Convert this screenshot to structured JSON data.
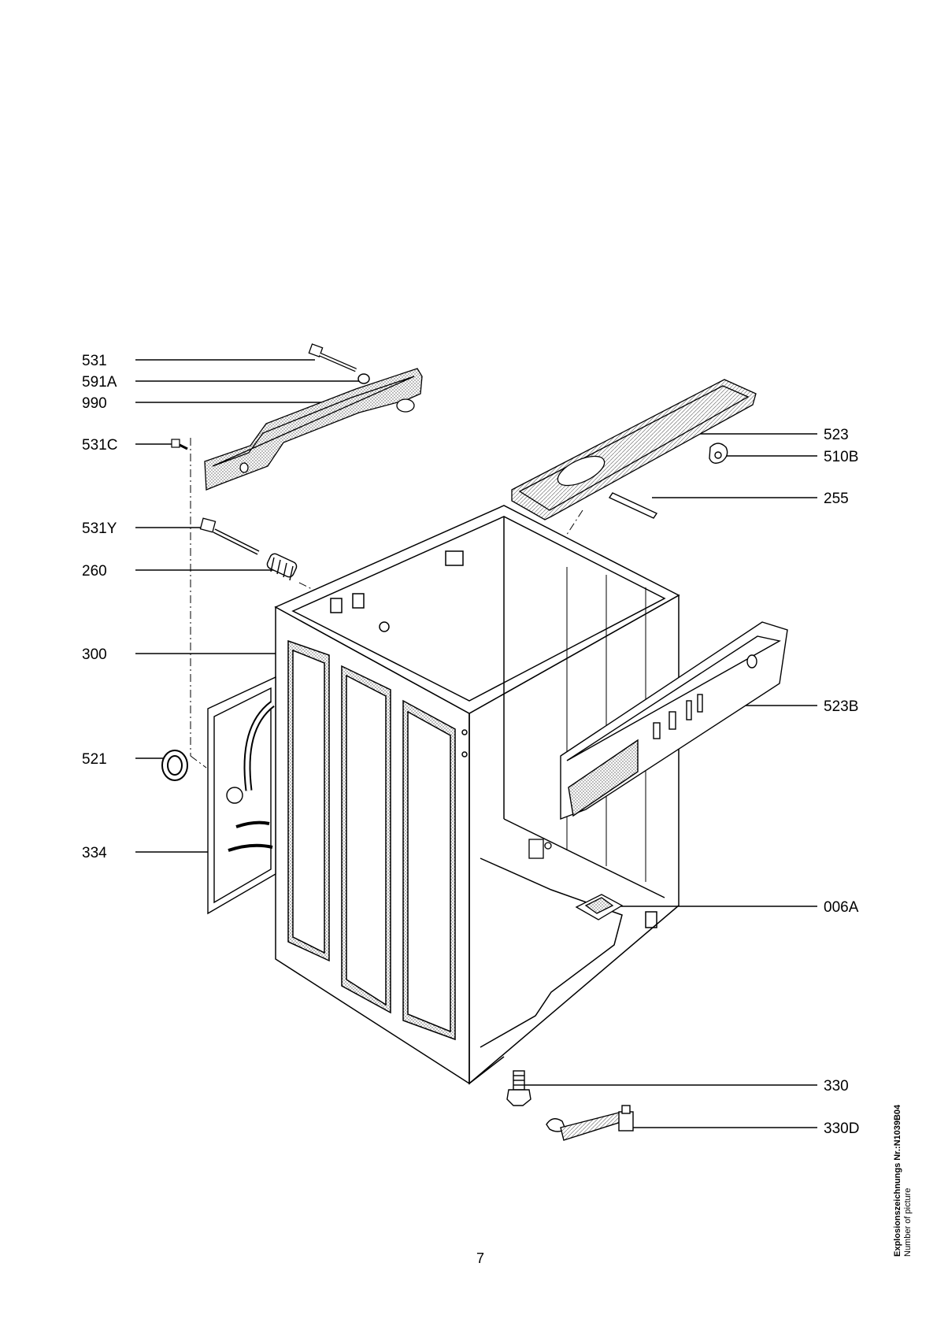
{
  "diagram": {
    "left_labels": [
      {
        "id": "531",
        "text": "531"
      },
      {
        "id": "591A",
        "text": "591A"
      },
      {
        "id": "990",
        "text": "990"
      },
      {
        "id": "531C",
        "text": "531C"
      },
      {
        "id": "531Y",
        "text": "531Y"
      },
      {
        "id": "260",
        "text": "260"
      },
      {
        "id": "300",
        "text": "300"
      },
      {
        "id": "521",
        "text": "521"
      },
      {
        "id": "334",
        "text": "334"
      }
    ],
    "right_labels": [
      {
        "id": "523",
        "text": "523"
      },
      {
        "id": "510B",
        "text": "510B"
      },
      {
        "id": "255",
        "text": "255"
      },
      {
        "id": "523B",
        "text": "523B"
      },
      {
        "id": "006A",
        "text": "006A"
      },
      {
        "id": "330",
        "text": "330"
      },
      {
        "id": "330D",
        "text": "330D"
      }
    ]
  },
  "footer": {
    "page_number": "7",
    "drawing_number": "Explosionszeichnungs Nr.:N1039B04",
    "drawing_caption": "Number of picture"
  }
}
